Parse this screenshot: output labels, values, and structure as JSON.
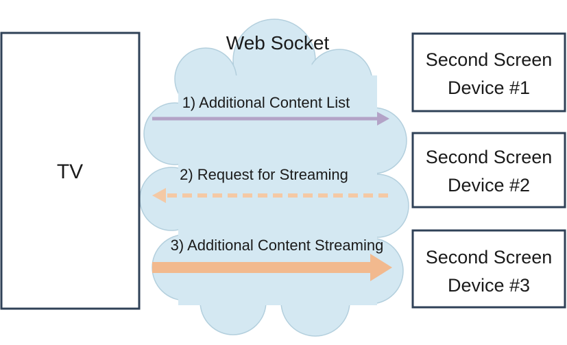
{
  "title": "Web Socket",
  "tv": {
    "label": "TV"
  },
  "devices": [
    {
      "line1": "Second Screen",
      "line2": "Device #1"
    },
    {
      "line1": "Second Screen",
      "line2": "Device #2"
    },
    {
      "line1": "Second Screen",
      "line2": "Device #3"
    }
  ],
  "messages": [
    {
      "label": "1) Additional Content List",
      "color": "#b3a3c7",
      "style": "thin-solid",
      "direction": "tv-to-device"
    },
    {
      "label": "2) Request for Streaming",
      "color": "#f4c9a5",
      "style": "dashed",
      "direction": "device-to-tv"
    },
    {
      "label": "3) Additional Content Streaming",
      "color": "#f2b98e",
      "style": "thick-solid",
      "direction": "tv-to-device"
    }
  ],
  "colors": {
    "cloud": "#d4e8f2",
    "box_border": "#2f4157"
  }
}
